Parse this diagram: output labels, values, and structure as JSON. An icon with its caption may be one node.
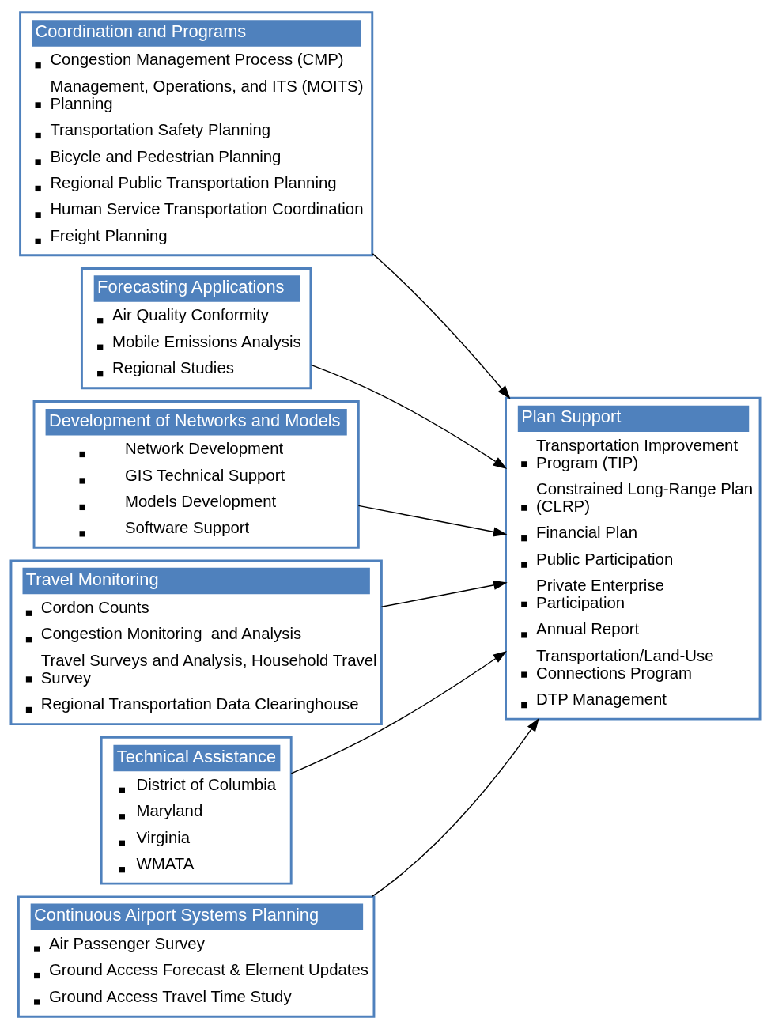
{
  "diagram": {
    "nodes": [
      {
        "text": [
          "Coordination and Programs",
          "Congestion Management Process (CMP)",
          "Management, Operations, and ITS (MOITS) Planning",
          "Transportation Safety Planning",
          "Bicycle and Pedestrian Planning",
          "Regional Public Transportation Planning",
          "Human Service Transportation Coordination",
          "Freight Planning"
        ]
      },
      {
        "text": [
          "Forecasting Applications",
          "Air Quality Conformity",
          "Mobile Emissions Analysis",
          "Regional Studies"
        ]
      },
      {
        "text": [
          "Development of Networks and Models",
          "Network Development",
          "GIS Technical Support",
          "Models Development",
          "Software Support"
        ]
      },
      {
        "text": [
          "Travel Monitoring",
          "Cordon Counts",
          "Congestion Monitoring  and Analysis",
          "Travel Surveys and Analysis, Household Travel Survey",
          "Regional Transportation Data Clearinghouse"
        ]
      },
      {
        "text": [
          "Technical Assistance",
          "District of Columbia",
          "Maryland",
          "Virginia",
          "WMATA"
        ]
      },
      {
        "text": [
          "Continuous Airport Systems Planning",
          "Air Passenger Survey",
          "Ground Access Forecast & Element Updates",
          "Ground Access Travel Time Study"
        ]
      },
      {
        "text": [
          "Plan Support",
          "Transportation Improvement Program (TIP)",
          "Constrained Long-Range Plan (CLRP)",
          "Financial Plan",
          "Public Participation",
          "Private Enterprise Participation",
          "Annual Report",
          "Transportation/Land-Use Connections Program",
          "DTP Management"
        ]
      }
    ],
    "edges": [
      {
        "from": 0,
        "to": 6,
        "arrow": "to"
      },
      {
        "from": 1,
        "to": 6,
        "arrow": "to"
      },
      {
        "from": 2,
        "to": 6,
        "arrow": "to"
      },
      {
        "from": 3,
        "to": 6,
        "arrow": "to"
      },
      {
        "from": 4,
        "to": 6,
        "arrow": "to"
      },
      {
        "from": 5,
        "to": 6,
        "arrow": "to"
      }
    ]
  }
}
